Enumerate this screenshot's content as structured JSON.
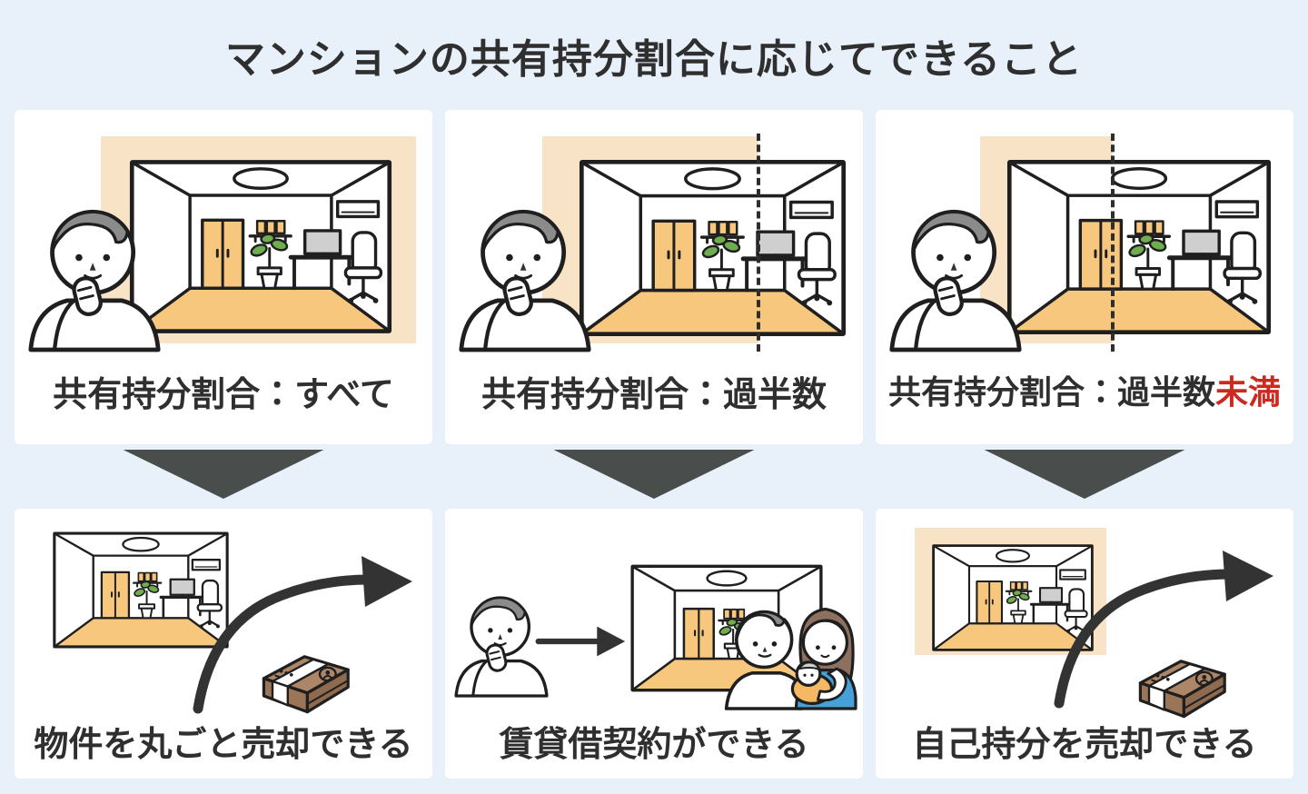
{
  "title": "マンションの共有持分割合に応じてできること",
  "colors": {
    "page_background": "#e8f1fa",
    "card_background": "#ffffff",
    "highlight_peach": "#f8e3c6",
    "room_orange": "#f7c77e",
    "outline_dark": "#222222",
    "text_dark": "#2f2f2f",
    "highlight_red": "#cc2a20",
    "down_arrow_gray": "#494d4c",
    "flow_arrow_dark": "#333333",
    "money_brown": "#a8826a",
    "plant_green": "#6fae4f",
    "hair_gray": "#8b8b8b",
    "woman_hair_brown": "#8d7060",
    "woman_shirt_blue": "#45a1d7",
    "baby_sling_orange": "#f5b964"
  },
  "columns": [
    {
      "condition_label": "共有持分割合：すべて",
      "condition_label_red": "",
      "top_icons": [
        "thinking-person-icon",
        "room-illustration",
        "ownership-highlight-full"
      ],
      "result_label": "物件を丸ごと売却できる",
      "bottom_icons": [
        "room-illustration",
        "curved-arrow-icon",
        "money-stack-icon"
      ]
    },
    {
      "condition_label": "共有持分割合：過半数",
      "condition_label_red": "",
      "top_icons": [
        "thinking-person-icon",
        "room-illustration",
        "ownership-highlight-majority",
        "dashed-divider"
      ],
      "result_label": "賃貸借契約ができる",
      "bottom_icons": [
        "thinking-person-icon",
        "right-arrow-icon",
        "room-illustration",
        "family-icon"
      ]
    },
    {
      "condition_label": "共有持分割合：過半数",
      "condition_label_red": "未満",
      "top_icons": [
        "thinking-person-icon",
        "room-illustration",
        "ownership-highlight-minority",
        "dashed-divider"
      ],
      "result_label": "自己持分を売却できる",
      "bottom_icons": [
        "room-illustration",
        "ownership-highlight-own-share",
        "curved-arrow-icon",
        "money-stack-icon"
      ]
    }
  ]
}
